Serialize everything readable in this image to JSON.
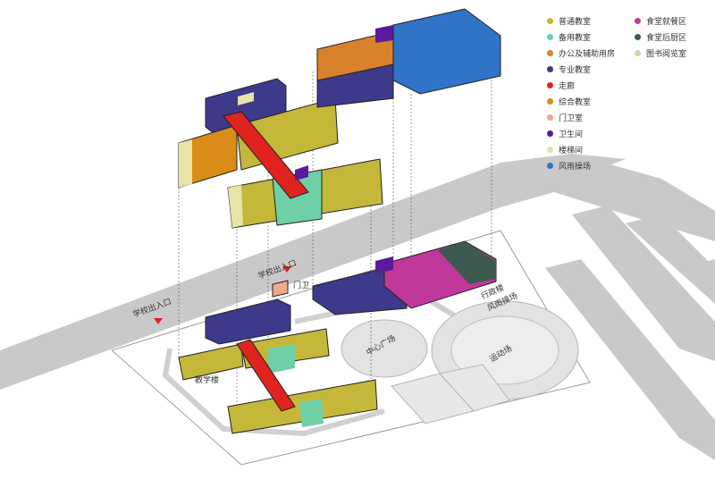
{
  "legend": [
    {
      "label": "普通教室",
      "color": "#c4b73a"
    },
    {
      "label": "备用教室",
      "color": "#6fcfa6"
    },
    {
      "label": "办公及辅助用房",
      "color": "#d9822b"
    },
    {
      "label": "专业教室",
      "color": "#3d3a8c"
    },
    {
      "label": "走廊",
      "color": "#e0231e"
    },
    {
      "label": "综合教室",
      "color": "#d98c18"
    },
    {
      "label": "门卫室",
      "color": "#f2a88a"
    },
    {
      "label": "卫生间",
      "color": "#5b1a9a"
    },
    {
      "label": "楼梯间",
      "color": "#e8e3a6"
    },
    {
      "label": "风雨操场",
      "color": "#2f74c6"
    },
    {
      "label": "食堂就餐区",
      "color": "#c0399a"
    },
    {
      "label": "食堂后厨区",
      "color": "#3e5a50"
    },
    {
      "label": "图书阅览室",
      "color": "#d8d2a0"
    }
  ],
  "labels": {
    "entrance_left": "学校出入口",
    "entrance_right": "学校出入口",
    "gate": "门卫",
    "teaching": "教学楼",
    "plaza": "中心广场",
    "sports": "运动场",
    "admin_line1": "行政楼",
    "admin_line2": "风雨操场"
  }
}
